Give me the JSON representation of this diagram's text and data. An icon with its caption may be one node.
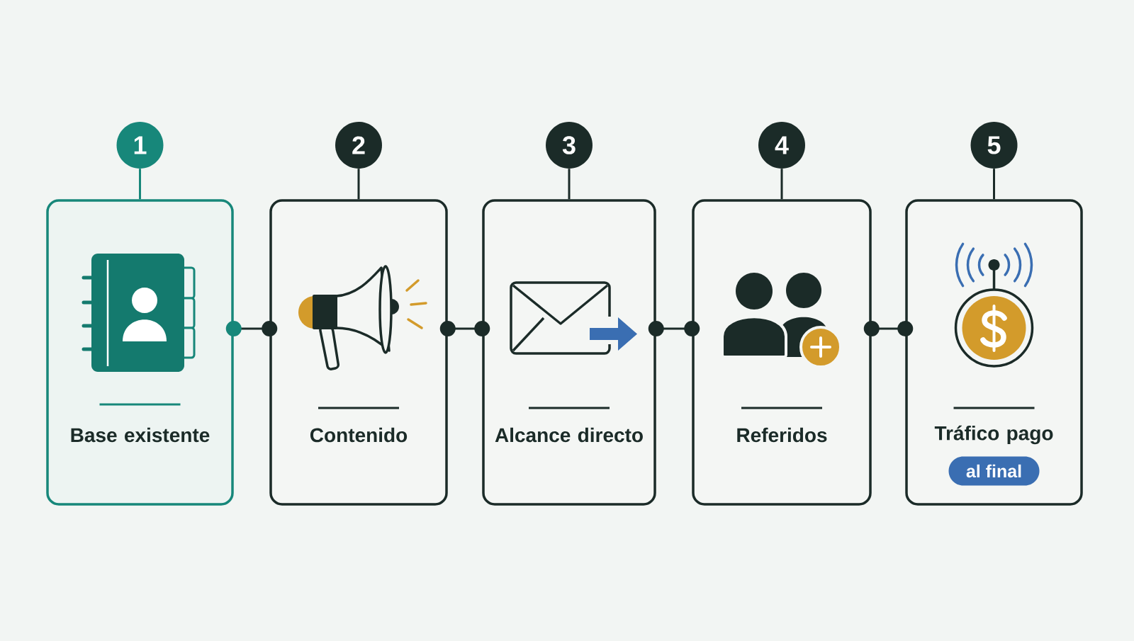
{
  "diagram": {
    "nodes": [
      {
        "text": [
          "Base existente"
        ]
      },
      {
        "text": [
          "Contenido"
        ]
      },
      {
        "text": [
          "Alcance directo"
        ]
      },
      {
        "text": [
          "Referidos"
        ]
      },
      {
        "text": [
          "Tráfico pago"
        ]
      },
      {
        "text": [
          "al final"
        ],
        "in": 4
      },
      {
        "text": [
          "1"
        ]
      },
      {
        "text": [
          "2"
        ]
      },
      {
        "text": [
          "3"
        ]
      },
      {
        "text": [
          "4"
        ]
      },
      {
        "text": [
          "5"
        ]
      }
    ],
    "edges": [
      {
        "from": 6,
        "to": 0,
        "arrow": "none",
        "color": "#17877a"
      },
      {
        "from": 7,
        "to": 1,
        "arrow": "none"
      },
      {
        "from": 8,
        "to": 2,
        "arrow": "none"
      },
      {
        "from": 9,
        "to": 3,
        "arrow": "none"
      },
      {
        "from": 10,
        "to": 4,
        "arrow": "none"
      },
      {
        "from": 0,
        "to": 1,
        "arrow": "other"
      },
      {
        "from": 1,
        "to": 2,
        "arrow": "other"
      },
      {
        "from": 2,
        "to": 3,
        "arrow": "other"
      },
      {
        "from": 3,
        "to": 4,
        "arrow": "other"
      }
    ]
  }
}
